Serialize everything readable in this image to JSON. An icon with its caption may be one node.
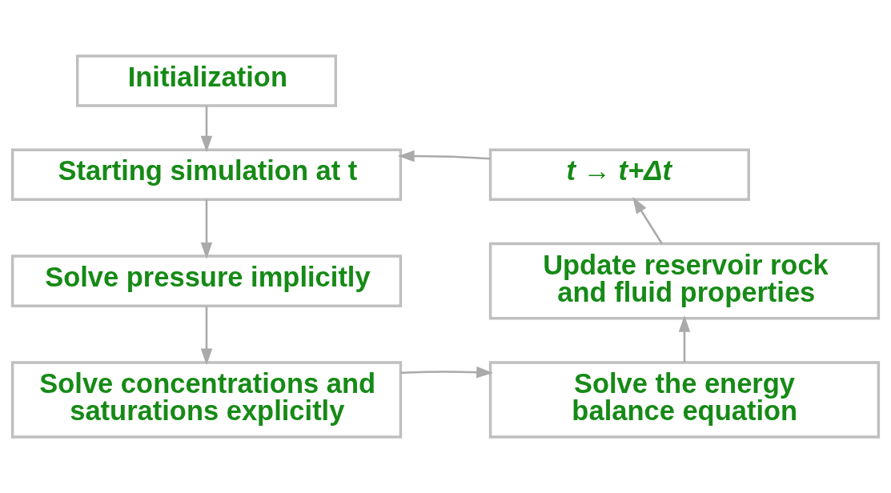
{
  "diagram": {
    "nodes": [
      {
        "text": [
          "Initialization"
        ]
      },
      {
        "text": [
          "Starting simulation at t"
        ]
      },
      {
        "text": [
          "Solve pressure implicitly"
        ]
      },
      {
        "text": [
          "Solve concentrations and saturations explicitly"
        ]
      },
      {
        "text": [
          "Solve the energy balance equation"
        ]
      },
      {
        "text": [
          "Update reservoir rock and fluid properties"
        ]
      },
      {
        "text": [
          "t → t+Δt"
        ]
      }
    ],
    "edges": [
      {
        "from": 0,
        "to": 1,
        "arrow": "to"
      },
      {
        "from": 1,
        "to": 2,
        "arrow": "to"
      },
      {
        "from": 2,
        "to": 3,
        "arrow": "to"
      },
      {
        "from": 3,
        "to": 4,
        "arrow": "to"
      },
      {
        "from": 4,
        "to": 5,
        "arrow": "to"
      },
      {
        "from": 5,
        "to": 6,
        "arrow": "to"
      },
      {
        "from": 6,
        "to": 1,
        "arrow": "to"
      }
    ]
  }
}
